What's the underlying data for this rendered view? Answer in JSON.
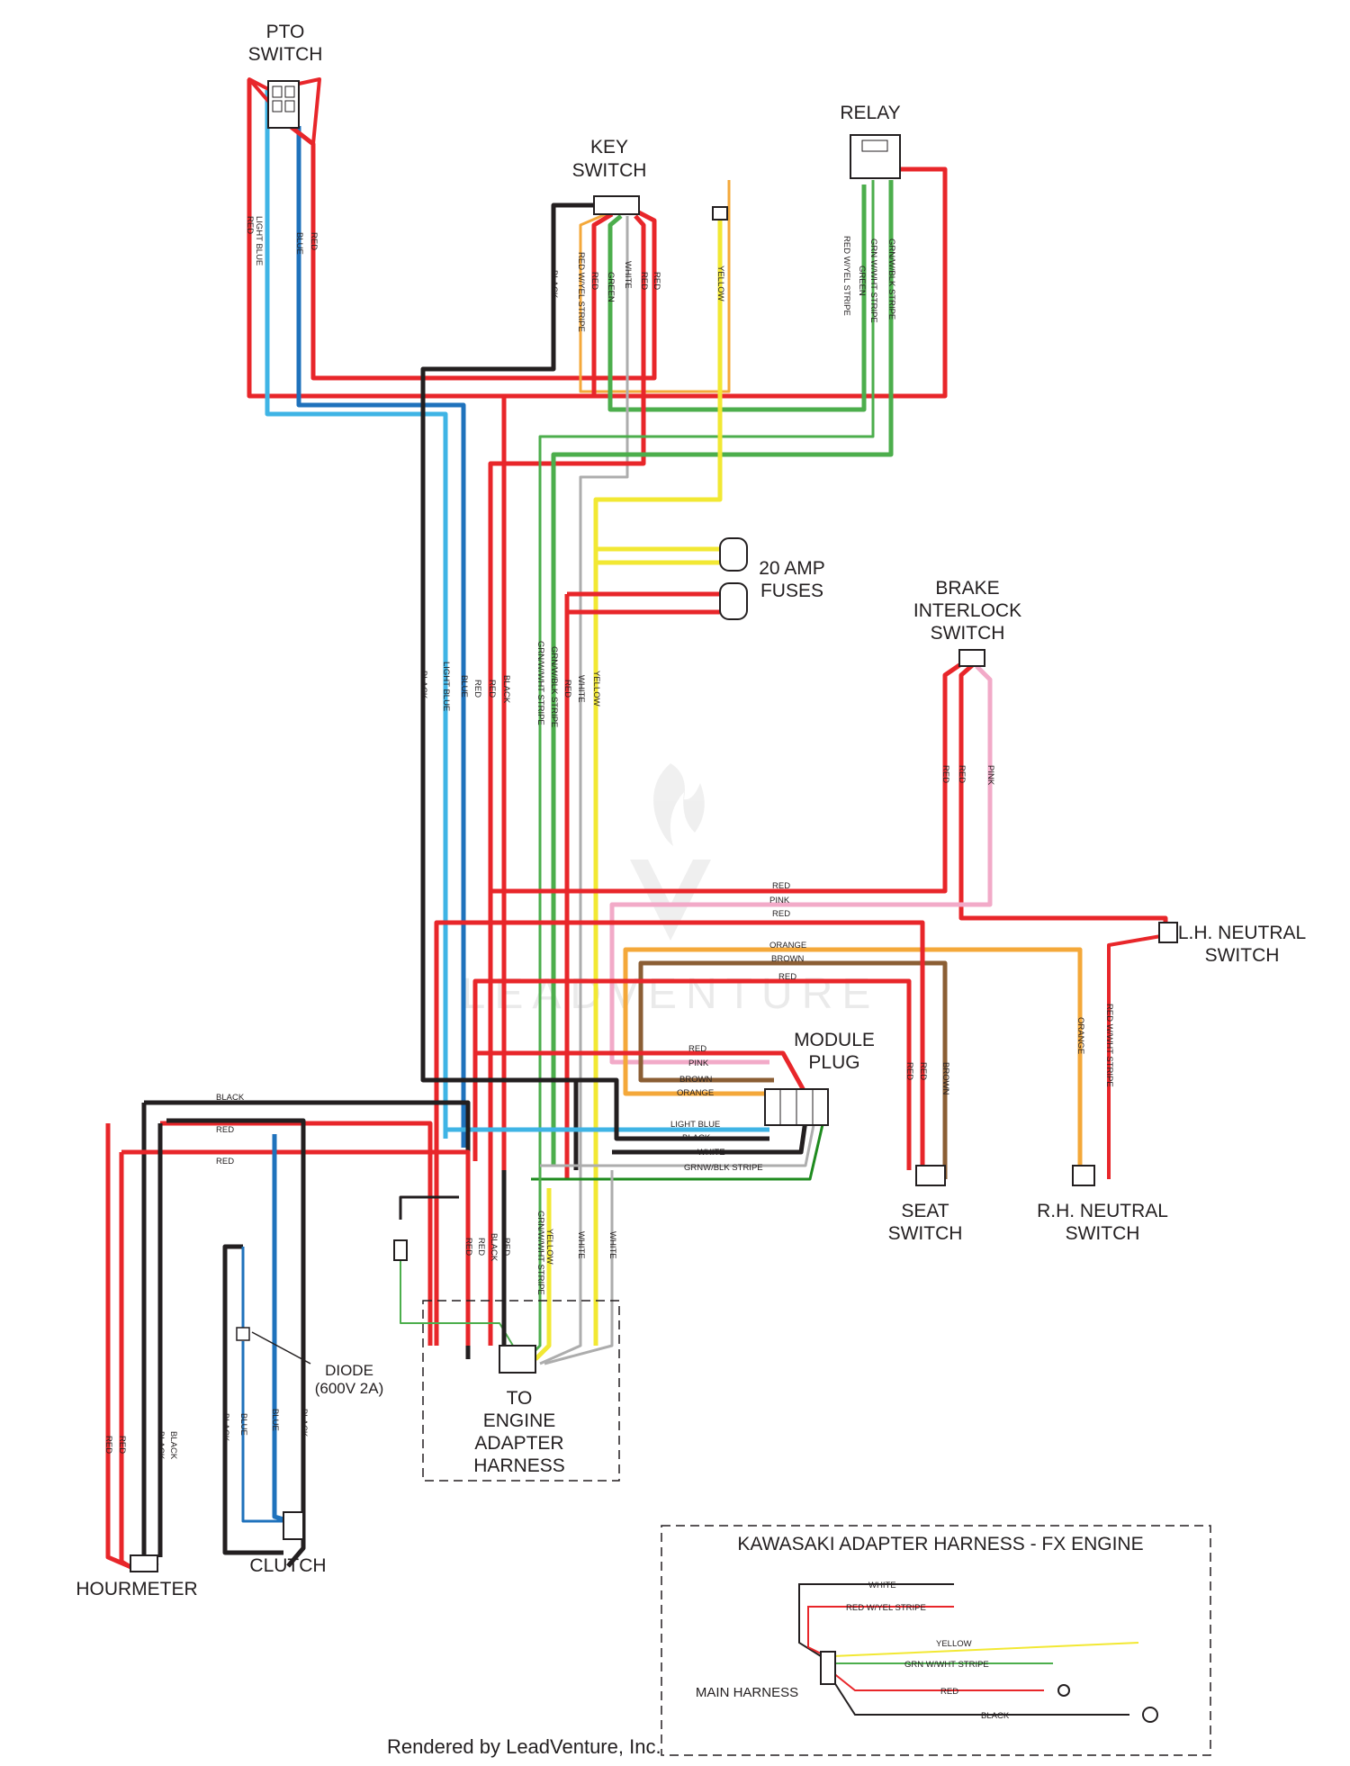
{
  "components": {
    "pto_switch": [
      "PTO",
      "SWITCH"
    ],
    "key_switch": [
      "KEY",
      "SWITCH"
    ],
    "relay": [
      "RELAY"
    ],
    "fuses": [
      "20 AMP",
      "FUSES"
    ],
    "brake_switch": [
      "BRAKE",
      "INTERLOCK",
      "SWITCH"
    ],
    "lh_neutral": [
      "L.H. NEUTRAL",
      "SWITCH"
    ],
    "module_plug": [
      "MODULE",
      "PLUG"
    ],
    "seat_switch": [
      "SEAT",
      "SWITCH"
    ],
    "rh_neutral": [
      "R.H. NEUTRAL",
      "SWITCH"
    ],
    "engine_adapter": [
      "TO",
      "ENGINE",
      "ADAPTER",
      "HARNESS"
    ],
    "diode": [
      "DIODE",
      "(600V 2A)"
    ],
    "hourmeter": [
      "HOURMETER"
    ],
    "clutch": [
      "CLUTCH"
    ]
  },
  "kawasaki_box": {
    "title": "KAWASAKI ADAPTER HARNESS - FX ENGINE",
    "main_harness_label": "MAIN HARNESS",
    "wires": [
      "WHITE",
      "RED W/YEL STRIPE",
      "YELLOW",
      "GRN W/WHT STRIPE",
      "RED",
      "BLACK"
    ]
  },
  "wire_labels": {
    "red": "RED",
    "light_blue": "LIGHT BLUE",
    "blue": "BLUE",
    "black": "BLACK",
    "red_yel": "RED W/YEL STRIPE",
    "green": "GREEN",
    "white": "WHITE",
    "yellow": "YELLOW",
    "grn_blk": "GRN/W/BLK STRIPE",
    "grn_wht": "GRN W/WHT STRIPE",
    "grn_blk2": "GRN/W/BLK STRIPE",
    "grn_wht2": "GRN/W/WHT STRIPE",
    "pink": "PINK",
    "orange": "ORANGE",
    "brown": "BROWN",
    "red_wht": "RED W/WHT STRIPE",
    "grnw_blk": "GRNW/BLK STRIPE"
  },
  "watermark": "LEADVENTURE",
  "footer": "Rendered by LeadVenture, Inc.",
  "colors": {
    "red": "#e8262a",
    "light_blue": "#3fb4e5",
    "blue": "#1f72bc",
    "black": "#231f20",
    "green": "#4cae4c",
    "yellow": "#f2e833",
    "pink": "#f2aac8",
    "orange": "#f4a83a",
    "brown": "#8b5e34"
  }
}
